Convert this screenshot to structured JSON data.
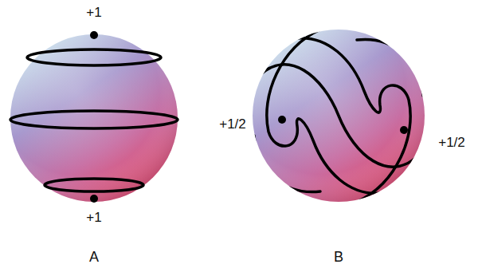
{
  "diagram": {
    "labels": [
      "+1",
      "+1",
      "+1/2",
      "+1/2",
      "A",
      "B"
    ]
  }
}
